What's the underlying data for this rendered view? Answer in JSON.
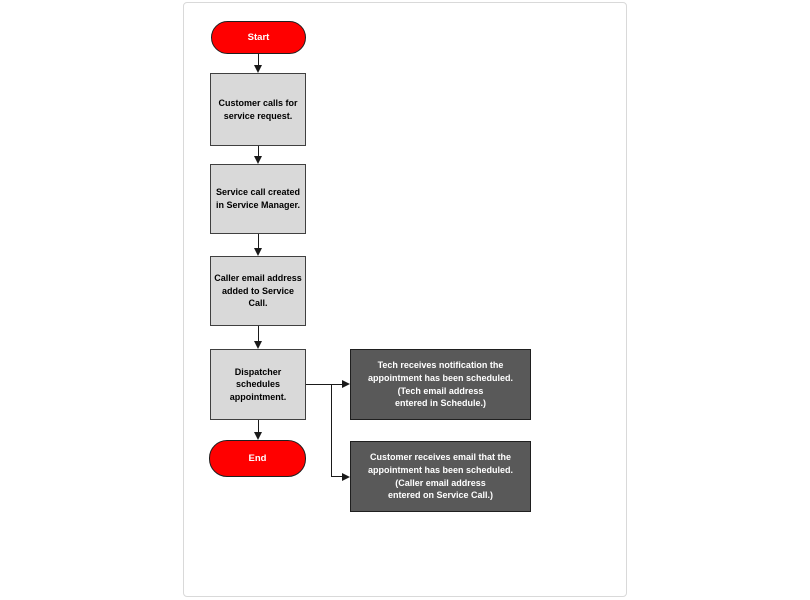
{
  "diagram": {
    "start_label": "Start",
    "end_label": "End",
    "steps": [
      {
        "label": "Customer calls for\nservice request."
      },
      {
        "label": "Service call created\nin Service Manager."
      },
      {
        "label": "Caller email address\nadded to Service\nCall."
      },
      {
        "label": "Dispatcher\nschedules\nappointment."
      }
    ],
    "notifications": [
      {
        "label": "Tech receives notification the\nappointment has been scheduled.\n(Tech email address\nentered in Schedule.)"
      },
      {
        "label": "Customer receives email that the\nappointment has been scheduled.\n(Caller email address\nentered on Service Call.)"
      }
    ],
    "colors": {
      "terminator_fill": "#ff0000",
      "terminator_text": "#ffffff",
      "process_fill": "#d9d9d9",
      "process_border": "#404040",
      "process_text": "#000000",
      "note_fill": "#595959",
      "note_text": "#ffffff",
      "shape_outline": "#1f1f1f",
      "connector": "#1a1a1a",
      "page_border": "#d9d9d9"
    }
  }
}
